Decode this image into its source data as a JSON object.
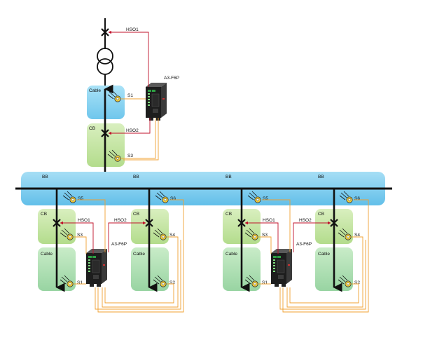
{
  "colors": {
    "busbar": "#2bb0e6",
    "busbar_fill": "#8fd6f3",
    "cable_box": "#8cd3f2",
    "cb_box": "#c8e6a6",
    "cable_box_bottom": "#b7e3b5",
    "trip_wire": "#c0102a",
    "sensor_wire": "#f0a030",
    "sensor_yellow": "#f7d23a",
    "line": "#111111"
  },
  "top_feeder": {
    "hso_label": "HSO1",
    "relay_label": "A3-F6P",
    "cable_label": "Cable",
    "sensor1_label": "S1",
    "cb_label": "CB",
    "hso2_label": "HSO2",
    "sensor3_label": "S3"
  },
  "busbar": {
    "labels": [
      "BB",
      "BB",
      "BB",
      "BB"
    ]
  },
  "left_group": {
    "s5_label": "S5",
    "s6_label": "S6",
    "cb_left_label": "CB",
    "cb_right_label": "CB",
    "hso1_label": "HSO1",
    "hso2_label": "HSO2",
    "s3_label": "S3",
    "s4_label": "S4",
    "relay_label": "A3-F6P",
    "cable_left_label": "Cable",
    "cable_right_label": "Cable",
    "s1_label": "S1",
    "s2_label": "S2"
  },
  "right_group": {
    "s5_label": "S5",
    "s6_label": "S6",
    "cb_left_label": "CB",
    "cb_right_label": "CB",
    "hso1_label": "HSO1",
    "hso2_label": "HSO2",
    "s3_label": "S3",
    "s4_label": "S4",
    "relay_label": "A3-F6P",
    "cable_left_label": "Cable",
    "cable_right_label": "Cable",
    "s1_label": "S1",
    "s2_label": "S2"
  },
  "icons": {
    "breaker": "breaker-x-icon",
    "sensor": "arc-sensor-icon",
    "relay": "relay-device-icon",
    "transformer": "transformer-icon"
  }
}
